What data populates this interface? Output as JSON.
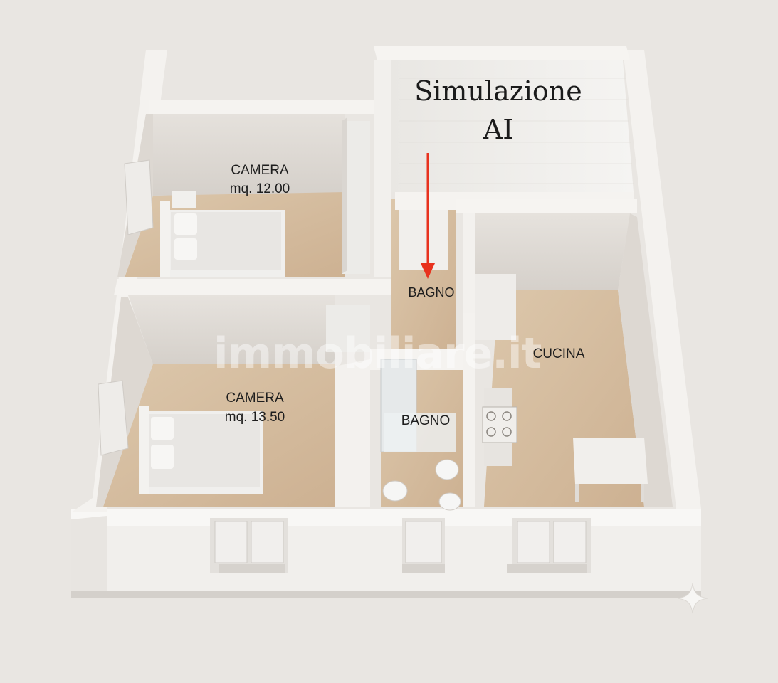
{
  "overlay": {
    "title_line1": "Simulazione",
    "title_line2": "AI"
  },
  "rooms": {
    "camera_top": {
      "name": "CAMERA",
      "area": "mq. 12.00"
    },
    "camera_bottom": {
      "name": "CAMERA",
      "area": "mq. 13.50"
    },
    "bagno_upper": {
      "name": "BAGNO"
    },
    "bagno_lower": {
      "name": "BAGNO"
    },
    "cucina": {
      "name": "CUCINA"
    }
  },
  "watermark": {
    "text": "immobiliare.it"
  },
  "colors": {
    "background": "#e9e6e2",
    "wall": "#f3f1ee",
    "wall_shadow": "#d9d5d0",
    "floor": "#d9c3a7",
    "arrow": "#e8321e"
  },
  "icons": {
    "corner": "sparkle-icon"
  }
}
